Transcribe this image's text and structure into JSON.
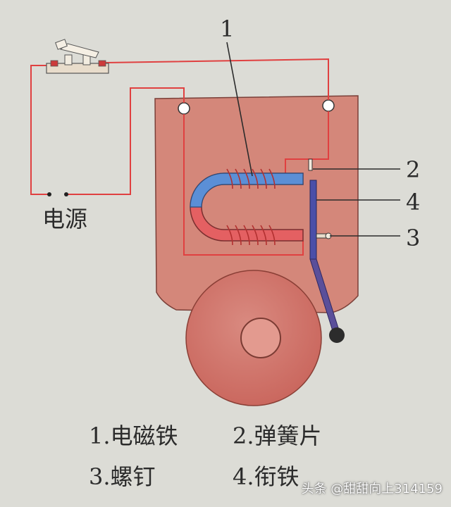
{
  "labels": {
    "callout_1": "1",
    "callout_2": "2",
    "callout_3": "3",
    "callout_4": "4",
    "power_source": "电源"
  },
  "legend": {
    "item_1": "1.电磁铁",
    "item_2": "2.弹簧片",
    "item_3": "3.螺钉",
    "item_4": "4.衔铁"
  },
  "watermark": "头条 @甜甜向上314159",
  "colors": {
    "background": "#dcdcd6",
    "housing": "#d4877a",
    "bell": "#d06f64",
    "wire": "#e04040",
    "magnet_blue": "#5b8fd6",
    "magnet_red": "#e0504e",
    "armature": "#4a4fa8",
    "hammer_arm": "#5a4f9a"
  }
}
